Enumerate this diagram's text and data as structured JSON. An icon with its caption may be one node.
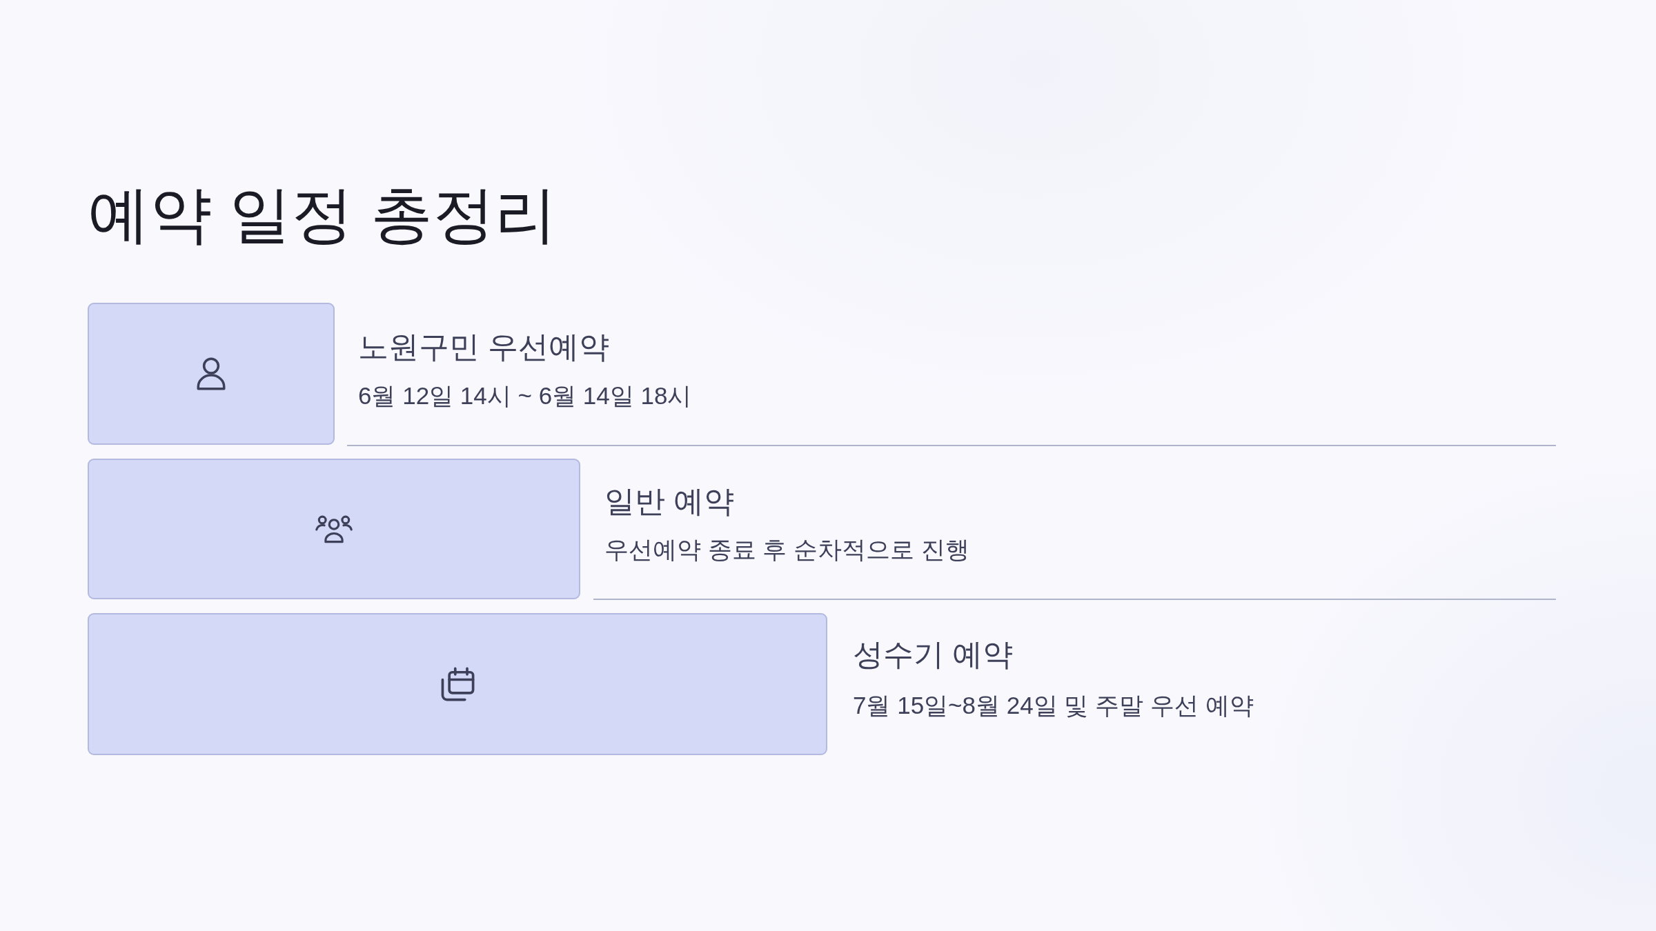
{
  "diagram": {
    "title": "예약 일정 총정리",
    "nodes": [
      {
        "text": [],
        "shape": "box",
        "beside": [
          "노원구민 우선예약",
          "6월 12일 14시 ~ 6월 14일 18시"
        ]
      },
      {
        "text": [],
        "shape": "box",
        "beside": [
          "일반 예약",
          "우선예약 종료 후 순차적으로 진행"
        ]
      },
      {
        "text": [],
        "shape": "box",
        "beside": [
          "성수기 예약",
          "7월 15일~8월 24일 및 주말 우선 예약"
        ]
      }
    ],
    "edges": []
  }
}
